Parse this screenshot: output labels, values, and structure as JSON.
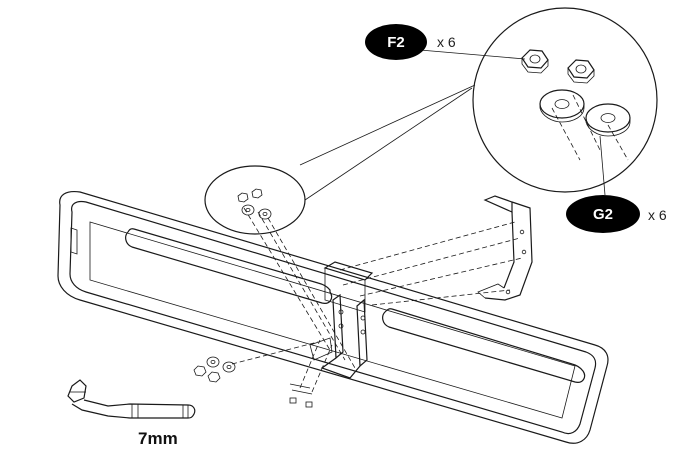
{
  "callouts": {
    "nut": {
      "code": "F2",
      "qty": "x 6"
    },
    "washer": {
      "code": "G2",
      "qty": "x 6"
    }
  },
  "tool": {
    "size": "7mm"
  },
  "colors": {
    "ink": "#1a1a1a",
    "label_fill": "#000000",
    "paper": "#ffffff"
  }
}
